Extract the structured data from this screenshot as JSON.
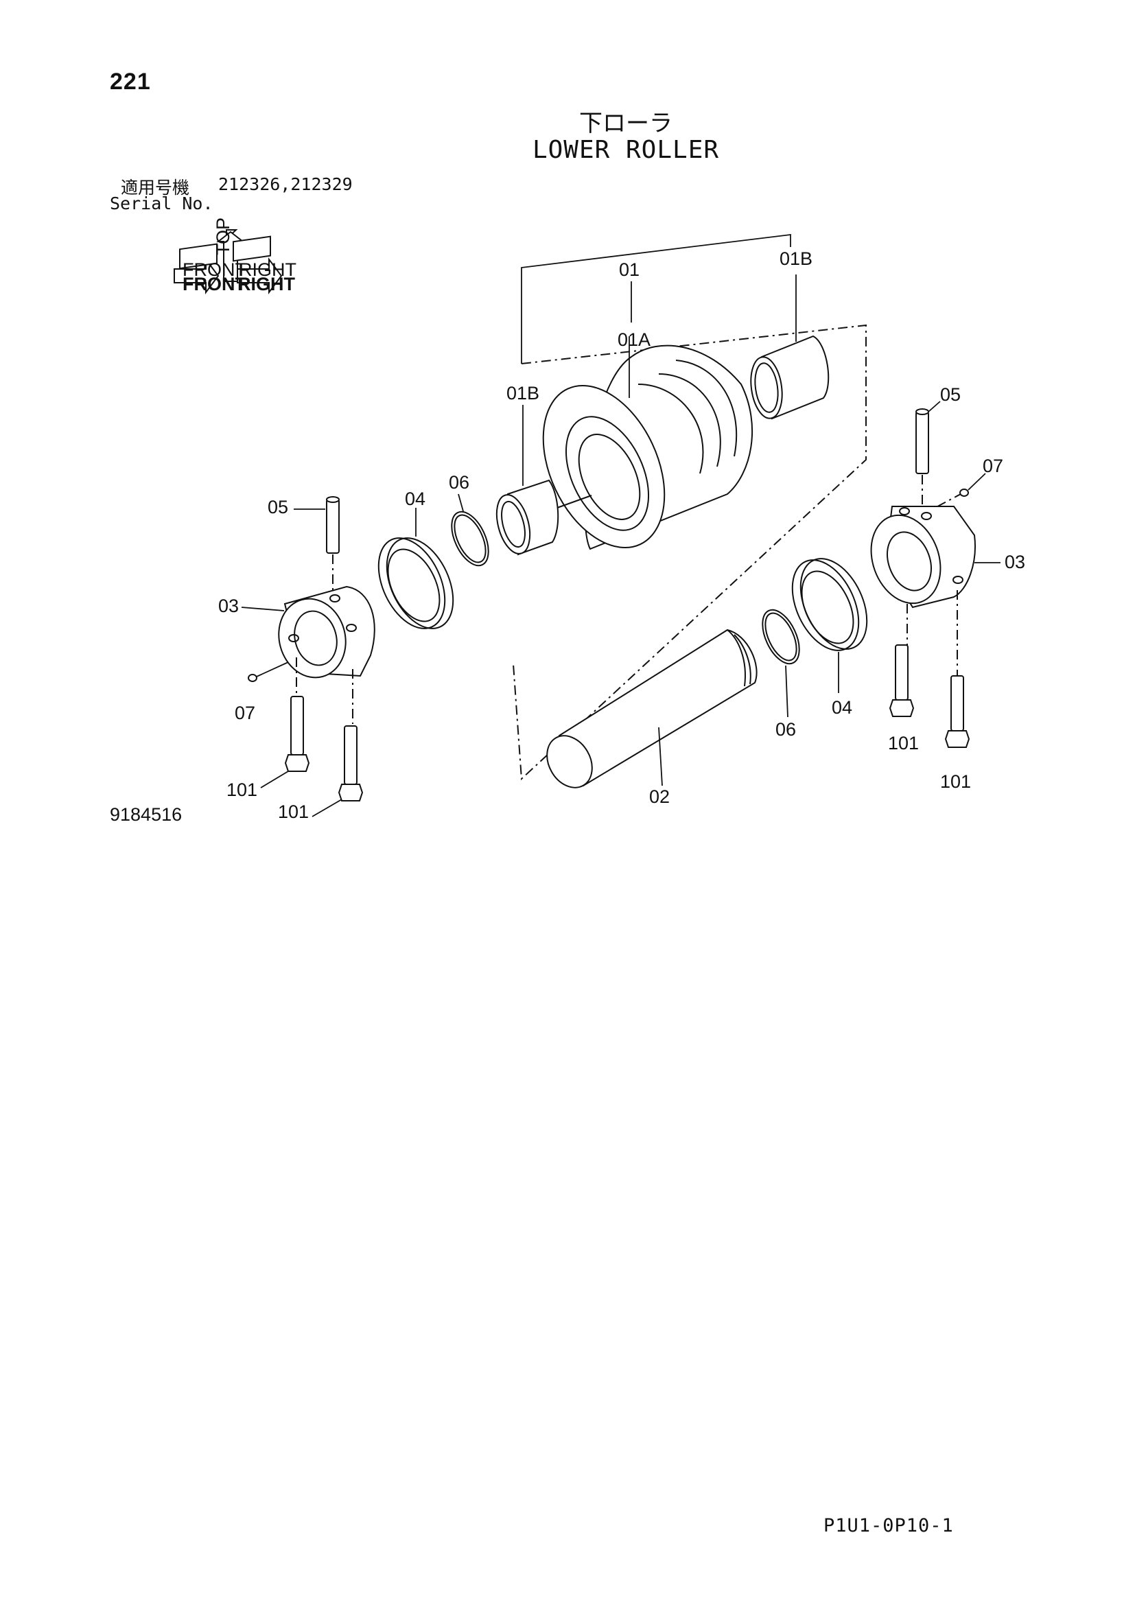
{
  "header": {
    "page_number": "221",
    "title_jp": "下ローラ",
    "title_en": "LOWER ROLLER",
    "serial_label_jp": "適用号機",
    "serial_values": "212326,212329",
    "serial_label_en": "Serial No."
  },
  "orientation_icon": {
    "labels": [
      "TOP",
      "FRONT",
      "FRONT",
      "RIGHT",
      "RIGHT"
    ]
  },
  "callouts": {
    "part_01": "01",
    "part_01a": "01A",
    "part_01b_right": "01B",
    "part_01b_left": "01B",
    "part_05_right": "05",
    "part_07_right": "07",
    "part_03_right": "03",
    "part_06_upper": "06",
    "part_04_upper": "04",
    "part_05_left": "05",
    "part_03_left": "03",
    "part_07_left": "07",
    "part_101_left_a": "101",
    "part_101_left_b": "101",
    "part_02": "02",
    "part_06_lower": "06",
    "part_04_lower": "04",
    "part_101_right_a": "101",
    "part_101_right_b": "101"
  },
  "footer": {
    "drawing_number": "9184516",
    "page_code": "P1U1-0P10-1"
  }
}
